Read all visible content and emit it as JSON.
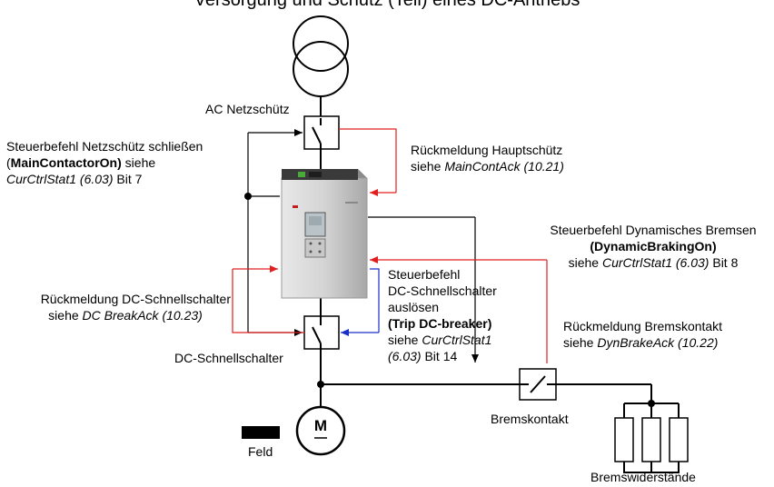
{
  "title": "Versorgung und Schutz (Teil) eines DC-Antriebs",
  "labels": {
    "ac_contactor": "AC Netzschütz",
    "cmd_main_line1": "Steuerbefehl Netzschütz schließen",
    "cmd_main_paren_open": "(",
    "cmd_main_bold": "MainContactorOn)",
    "cmd_main_siehe": " siehe",
    "cmd_main_param": "CurCtrlStat1 (6.03)",
    "cmd_main_bit": " Bit 7",
    "fb_main_line1": "Rückmeldung Hauptschütz",
    "fb_main_siehe": "siehe ",
    "fb_main_param": "MainContAck (10.21)",
    "cmd_dyn_line1": "Steuerbefehl Dynamisches Bremsen",
    "cmd_dyn_bold": "(DynamicBrakingOn)",
    "cmd_dyn_siehe": "siehe ",
    "cmd_dyn_param": "CurCtrlStat1 (6.03)",
    "cmd_dyn_bit": " Bit 8",
    "cmd_trip_line1": "Steuerbefehl",
    "cmd_trip_line2": "DC-Schnellschalter",
    "cmd_trip_line3": "auslösen",
    "cmd_trip_bold": "(Trip DC-breaker)",
    "cmd_trip_siehe": "siehe ",
    "cmd_trip_param1": "CurCtrlStat1",
    "cmd_trip_param2": "(6.03)",
    "cmd_trip_bit": " Bit 14",
    "fb_dc_line1": "Rückmeldung DC-Schnellschalter",
    "fb_dc_siehe": "siehe ",
    "fb_dc_param": "DC BreakAck (10.23)",
    "dc_breaker": "DC-Schnellschalter",
    "fb_brake_line1": "Rückmeldung Bremskontakt",
    "fb_brake_siehe": "siehe ",
    "fb_brake_param": "DynBrakeAck (10.22)",
    "brake_contact": "Bremskontakt",
    "motor_letter": "M",
    "field": "Feld",
    "brake_resistors": "Bremswiderstände"
  },
  "colors": {
    "line": "#000000",
    "feedback": "#e02020",
    "trip_command": "#1a2fc8",
    "drive_body": "#d6d6d6",
    "drive_top": "#3a3a3a",
    "drive_display": "#b9c3c8"
  }
}
